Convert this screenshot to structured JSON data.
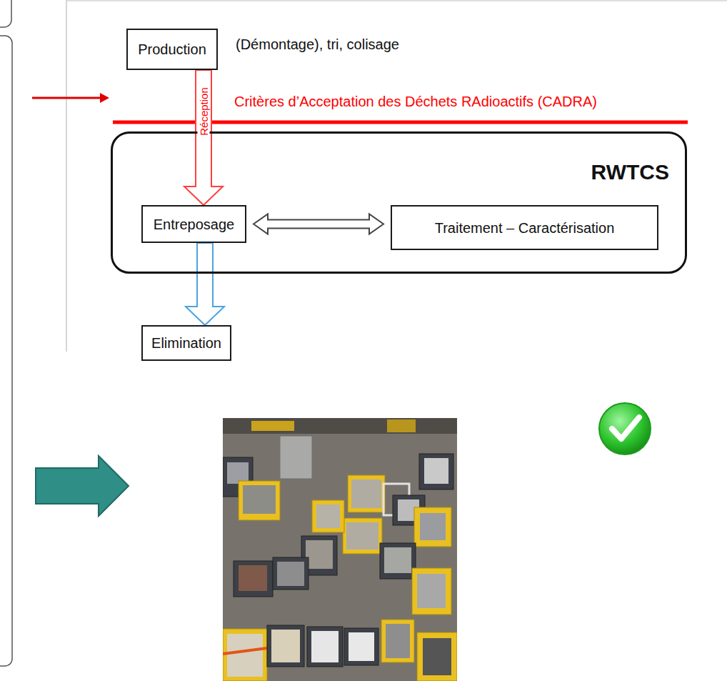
{
  "diagram": {
    "nodes": [
      {
        "text": [
          "Production"
        ]
      },
      {
        "text": [
          "RWTCS"
        ]
      },
      {
        "text": [
          "Entreposage"
        ],
        "in": 1
      },
      {
        "text": [
          "Traitement – Caractérisation"
        ],
        "in": 1
      },
      {
        "text": [
          "Elimination"
        ]
      }
    ],
    "edges": [
      {
        "from": 0,
        "to": 2,
        "arrow": "to",
        "label": "Réception"
      },
      {
        "from": 2,
        "to": 3,
        "arrow": "both"
      },
      {
        "from": 2,
        "to": 4,
        "arrow": "to"
      }
    ],
    "labels": [
      "(Démontage), tri, colisage",
      "Critères d’Acceptation des Déchets RAdioactifs (CADRA)"
    ]
  }
}
